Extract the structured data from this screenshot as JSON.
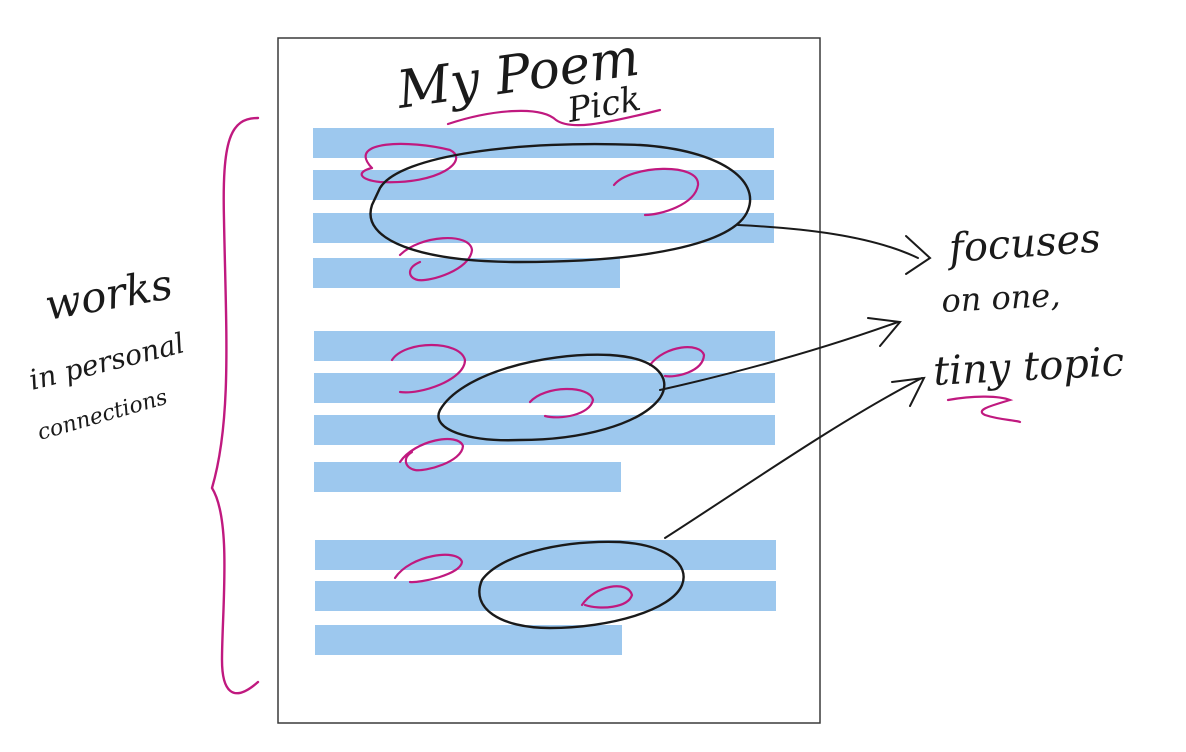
{
  "diagram": {
    "page_title": "My Poem",
    "page_title_suffix": "Pick",
    "left_note": [
      "works",
      "in personal",
      "connections"
    ],
    "right_note": [
      "focuses",
      "on one,",
      "tiny topic"
    ]
  },
  "colors": {
    "page_border": "#3a3a3a",
    "text_bar": "#9dc8ee",
    "ink_black": "#1a1a1a",
    "ink_magenta": "#c0197f"
  }
}
